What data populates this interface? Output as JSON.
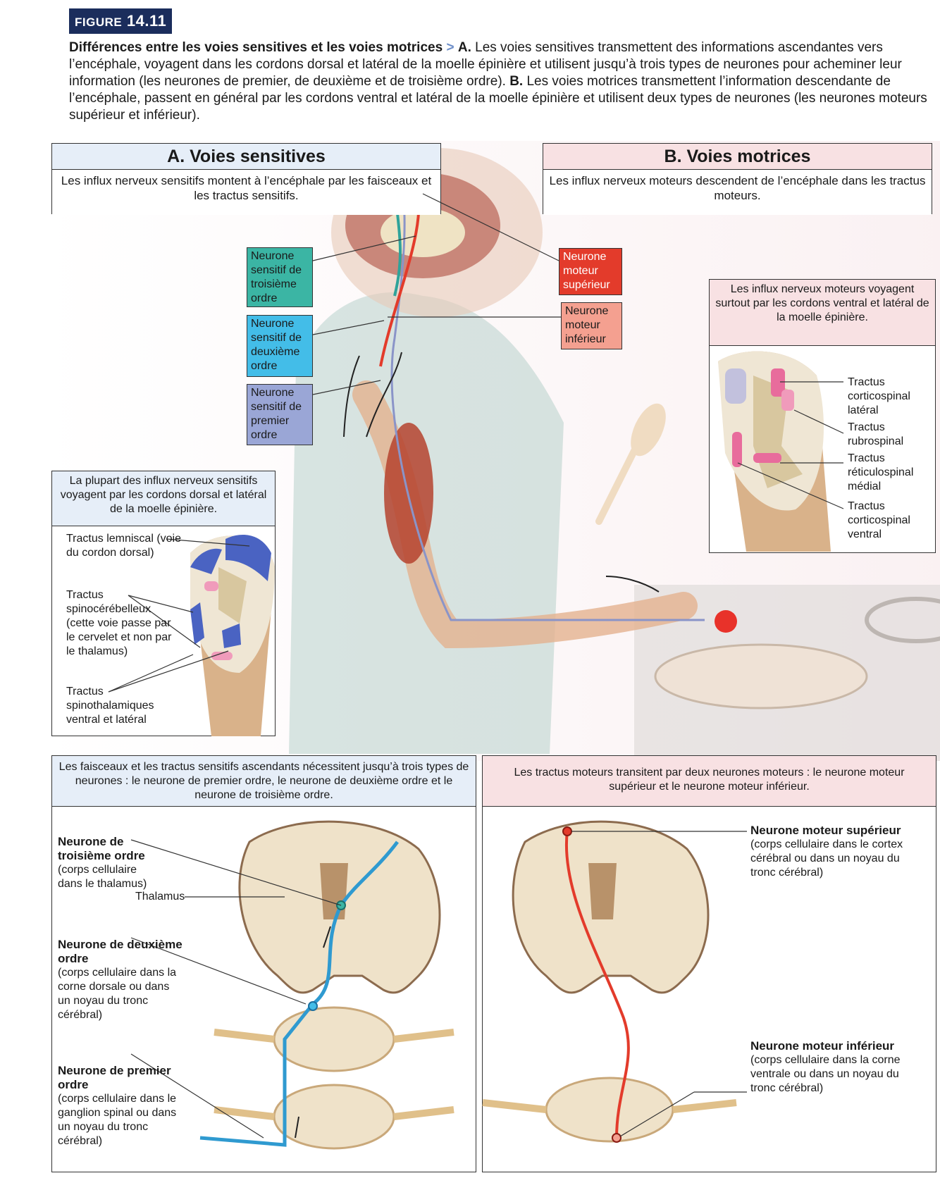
{
  "figure": {
    "badge_prefix": "FIGURE",
    "badge_number": "14.11",
    "caption_title": "Différences entre les voies sensitives et les voies motrices",
    "caption_arrow": ">",
    "caption_a_letter": "A.",
    "caption_a_text": "Les voies sensitives transmettent des informations ascendantes vers l’encéphale, voyagent dans les cordons dorsal et latéral de la moelle épinière et utilisent jusqu’à trois types de neurones pour acheminer leur information (les neurones de premier, de deuxième et de troisième ordre).",
    "caption_b_letter": "B.",
    "caption_b_text": "Les voies motrices transmettent l’information descendante de l’encéphale, passent en général par les cordons ventral et latéral de la moelle épinière et utilisent deux types de neurones (les neurones moteurs supérieur et inférieur)."
  },
  "sensory": {
    "title": "A. Voies sensitives",
    "subtitle": "Les influx nerveux sensitifs montent à l’encéphale par les faisceaux et les tractus sensitifs.",
    "neuron_third": "Neurone sensitif de troisième ordre",
    "neuron_second": "Neurone sensitif de deuxième ordre",
    "neuron_first": "Neurone sensitif de premier ordre",
    "cord_note": "La plupart des influx nerveux sensitifs voyagent par les cordons dorsal et latéral de la moelle épinière.",
    "tract_lemniscal": "Tractus lemniscal (voie du cordon dorsal)",
    "tract_spinocerebellar": "Tractus spinocérébelleux (cette voie passe par le cervelet et non par le thalamus)",
    "tract_spinothalamic": "Tractus spinothalamiques ventral et latéral",
    "bottom_note": "Les faisceaux et les tractus sensitifs ascendants nécessitent jusqu’à trois types de neurones : le neurone de premier ordre, le neurone de deuxième ordre et le neurone de troisième ordre.",
    "third_title": "Neurone de troisième ordre",
    "third_detail": "(corps cellulaire dans le thalamus)",
    "thalamus": "Thalamus",
    "second_title": "Neurone de deuxième ordre",
    "second_detail": "(corps cellulaire dans la corne dorsale ou dans un noyau du tronc cérébral)",
    "first_title": "Neurone de premier ordre",
    "first_detail": "(corps cellulaire dans le ganglion spinal ou dans un noyau du tronc cérébral)"
  },
  "motor": {
    "title": "B. Voies motrices",
    "subtitle": "Les influx nerveux moteurs descendent de l’encéphale dans les tractus moteurs.",
    "neuron_upper": "Neurone moteur supérieur",
    "neuron_lower": "Neurone moteur inférieur",
    "cord_note": "Les influx nerveux moteurs voyagent surtout par les cordons ventral et latéral de la moelle épinière.",
    "tract_cs_lat": "Tractus corticospinal latéral",
    "tract_rubro": "Tractus rubrospinal",
    "tract_reticulo": "Tractus réticulospinal médial",
    "tract_cs_ventral": "Tractus corticospinal ventral",
    "bottom_note": "Les tractus moteurs transitent par deux neurones moteurs : le neurone moteur supérieur et le neurone moteur inférieur.",
    "upper_title": "Neurone moteur supérieur",
    "upper_detail": "(corps cellulaire dans le cortex cérébral ou dans un noyau du tronc cérébral)",
    "lower_title": "Neurone moteur inférieur",
    "lower_detail": "(corps cellulaire dans la corne ventrale ou dans un noyau du tronc cérébral)"
  },
  "colors": {
    "sensory_header": "#e6eef8",
    "motor_header": "#f8e1e3",
    "third_order": "#3bb5a4",
    "second_order": "#43bde8",
    "first_order": "#9aa6d6",
    "upper_motor": "#e33b2b",
    "lower_motor": "#f4a090"
  }
}
